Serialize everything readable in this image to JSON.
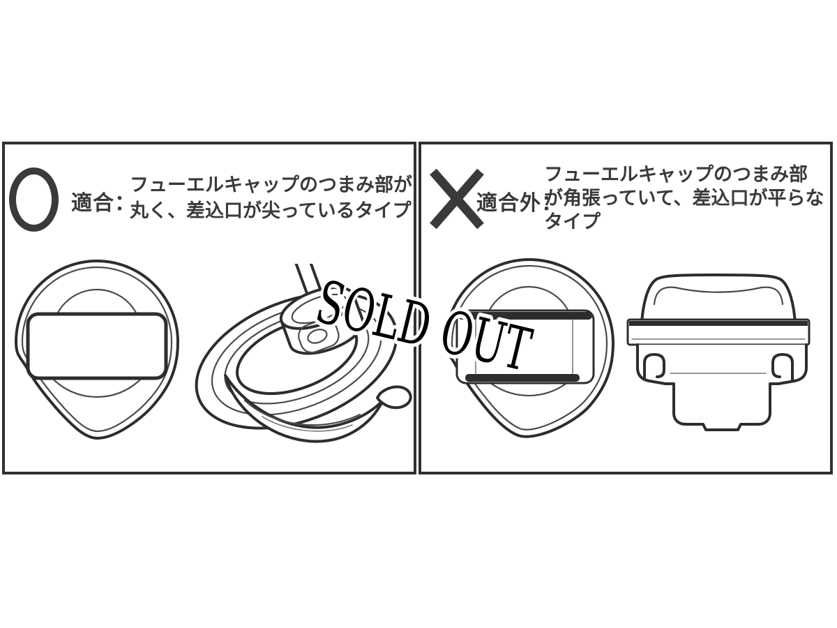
{
  "colors": {
    "background": "#ffffff",
    "panel_border": "#303030",
    "line_art": "#2d2d2d",
    "line_art_thin": "#4a4a4a",
    "text": "#3a3a3a",
    "sold_out_fill": "#000000",
    "sold_out_halo": "#ffffff"
  },
  "sold_out": {
    "text": "SOLD OUT"
  },
  "left_panel": {
    "mark_icon": "circle-icon",
    "mark_label": "適合：",
    "description_lines": [
      "フューエルキャップのつまみ部が",
      "丸く、差込口が尖っているタイプ"
    ],
    "illustrations": [
      "round-fuel-cap-front",
      "round-fuel-cap-side"
    ]
  },
  "right_panel": {
    "mark_icon": "x-icon",
    "mark_label": "適合外：",
    "description_lines": [
      "フューエルキャップのつまみ部",
      "が角張っていて、差込口が平らな",
      "タイプ"
    ],
    "illustrations": [
      "square-fuel-cap-front",
      "square-fuel-cap-side"
    ]
  }
}
